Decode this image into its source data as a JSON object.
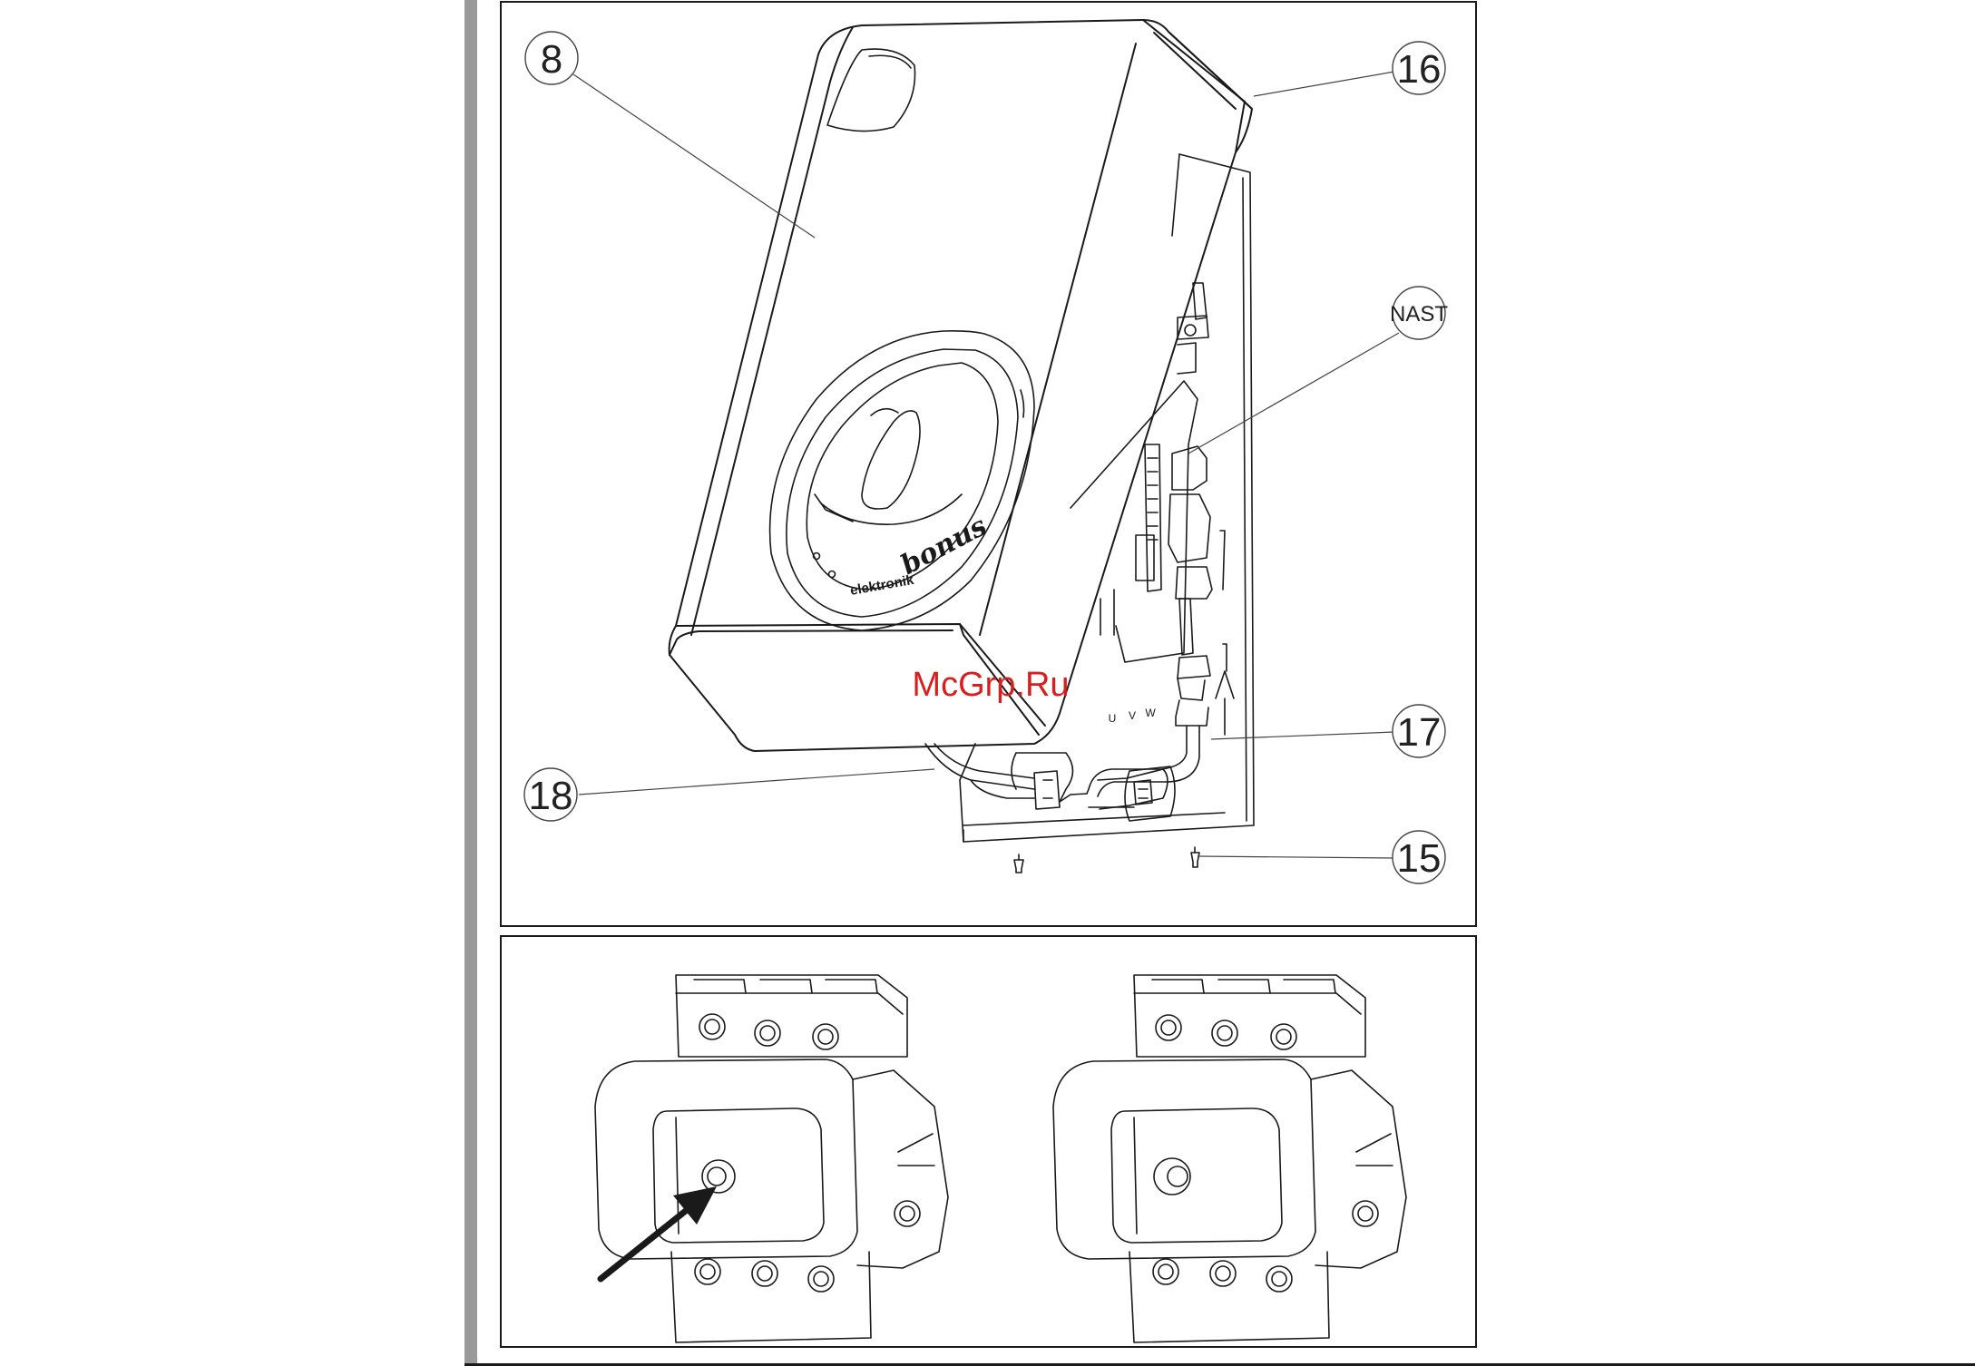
{
  "callouts": {
    "c8": "8",
    "c16": "16",
    "c_nast": "NAST",
    "c17": "17",
    "c18": "18",
    "c15": "15"
  },
  "device_marks": {
    "brand": "bonus",
    "sub_brand": "elektronik",
    "terminals": [
      "U",
      "V",
      "W"
    ]
  },
  "watermark": "McGrp.Ru",
  "colors": {
    "line": "#1a1a1a",
    "sidebar": "#999999",
    "watermark": "#d81e1e"
  }
}
